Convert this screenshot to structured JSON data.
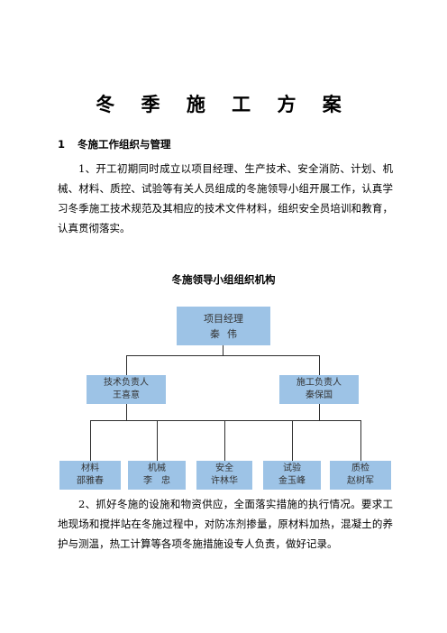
{
  "document": {
    "title": "冬 季 施 工 方 案",
    "section": {
      "number": "1",
      "title": "冬施工作组织与管理"
    },
    "paragraph1": "1、开工初期同时成立以项目经理、生产技术、安全消防、计划、机械、材料、质控、试验等有关人员组成的冬施领导小组开展工作，认真学习冬季施工技术规范及其相应的技术文件材料，组织安全员培训和教育，认真贯彻落实。",
    "chart_title": "冬施领导小组组织机构",
    "paragraph2": "2、抓好冬施的设施和物资供应，全面落实措施的执行情况。要求工地现场和搅拌站在冬施过程中，对防冻剂掺量，原材料加热，混凝土的养护与测温，热工计算等各项冬施措施设专人负责，做好记录。"
  },
  "org_chart": {
    "box_color": "#9dc3e6",
    "line_color": "#2d2d2d",
    "top": {
      "role": "项目经理",
      "person": "秦伟"
    },
    "middle": [
      {
        "role": "技术负责人",
        "person": "王喜意"
      },
      {
        "role": "施工负责人",
        "person": "秦保国"
      }
    ],
    "bottom": [
      {
        "role": "材料",
        "person": "邵雅春"
      },
      {
        "role": "机械",
        "person": "李　忠"
      },
      {
        "role": "安全",
        "person": "许林华"
      },
      {
        "role": "试验",
        "person": "金玉峰"
      },
      {
        "role": "质检",
        "person": "赵树军"
      }
    ]
  }
}
